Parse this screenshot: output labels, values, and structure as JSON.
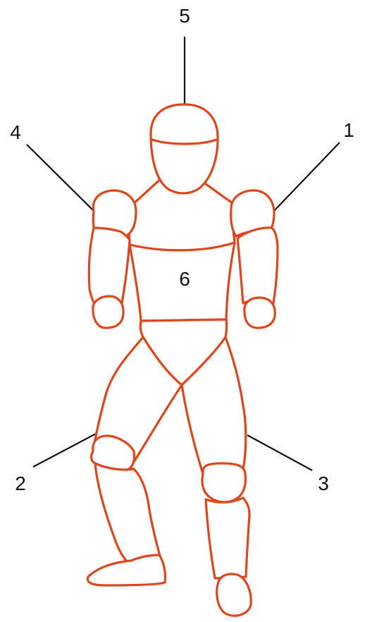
{
  "colors": {
    "outline": "#e0461b",
    "leader": "#111111",
    "background": "#ffffff"
  },
  "labels": {
    "right_arm": "1",
    "left_leg": "2",
    "right_leg": "3",
    "left_arm": "4",
    "head": "5",
    "torso": "6"
  }
}
